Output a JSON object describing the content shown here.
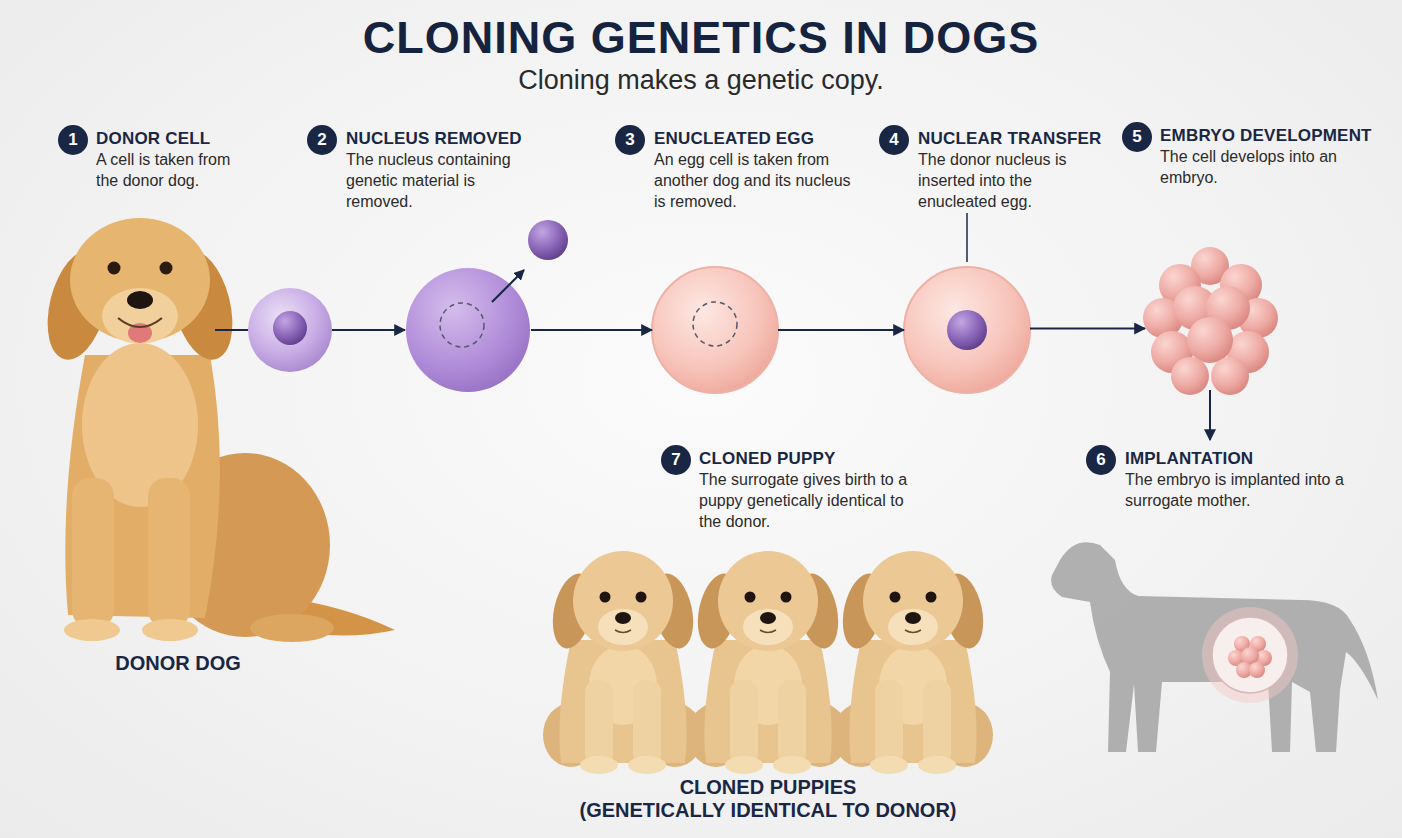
{
  "diagram": {
    "title": "CLONING GENETICS IN DOGS",
    "nodes": [
      {
        "text": [
          "DONOR DOG"
        ]
      },
      {
        "text": [
          "1",
          "DONOR CELL",
          "A cell is taken from the donor dog."
        ]
      },
      {
        "text": [
          "2",
          "NUCLEUS REMOVED",
          "The nucleus containing genetic material is removed."
        ]
      },
      {
        "text": [
          "3",
          "ENUCLEATED EGG",
          "An egg cell is taken from another dog and its nucleus is removed."
        ]
      },
      {
        "text": [
          "4",
          "NUCLEAR TRANSFER",
          "The donor nucleus is inserted into the enucleated egg."
        ]
      },
      {
        "text": [
          "5",
          "EMBRYO DEVELOPMENT",
          "The cell develops into an embryo."
        ]
      },
      {
        "text": [
          "6",
          "IMPLANTATION",
          "The embryo is implanted into a surrogate mother."
        ]
      },
      {
        "text": [
          "7",
          "CLONED PUPPY",
          "The surrogate gives birth to a puppy genetically identical to the donor.",
          "CLONED PUPPIES",
          "(GENETICALLY IDENTICAL TO DONOR)"
        ]
      }
    ],
    "edges": [
      {
        "from": 0,
        "to": 1,
        "arrow": "none"
      },
      {
        "from": 1,
        "to": 2,
        "arrow": "to"
      },
      {
        "from": 2,
        "to": 3,
        "arrow": "to"
      },
      {
        "from": 3,
        "to": 4,
        "arrow": "to"
      },
      {
        "from": 4,
        "to": 5,
        "arrow": "to"
      },
      {
        "from": 5,
        "to": 6,
        "arrow": "to"
      }
    ],
    "labels": [
      "Cloning makes a genetic copy."
    ]
  }
}
